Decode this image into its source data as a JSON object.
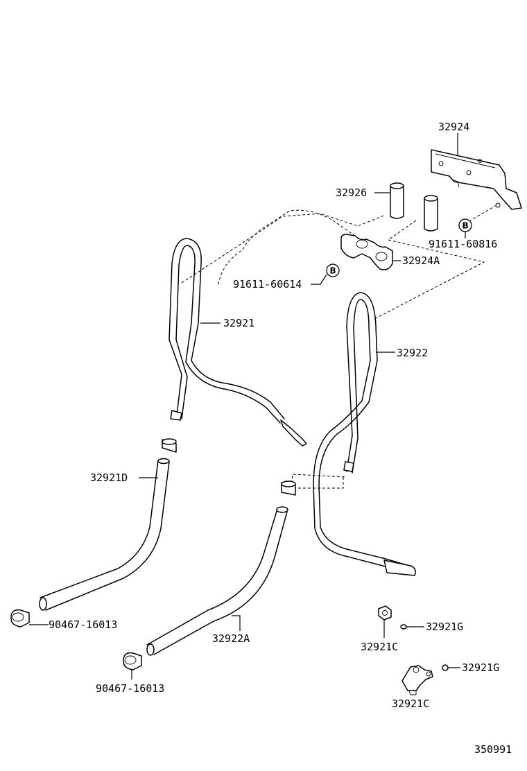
{
  "labels": {
    "p32924": "32924",
    "p32926": "32926",
    "p91611_60816": "91611-60816",
    "p32924A": "32924A",
    "p91611_60614": "91611-60614",
    "p32921": "32921",
    "p32922": "32922",
    "p32921D": "32921D",
    "p90467_16013_a": "90467-16013",
    "p32922A": "32922A",
    "p90467_16013_b": "90467-16013",
    "p32921G_a": "32921G",
    "p32921C_a": "32921C",
    "p32921G_b": "32921G",
    "p32921C_b": "32921C",
    "ref_b1": "B",
    "ref_b2": "B",
    "diagram_id": "350991"
  }
}
